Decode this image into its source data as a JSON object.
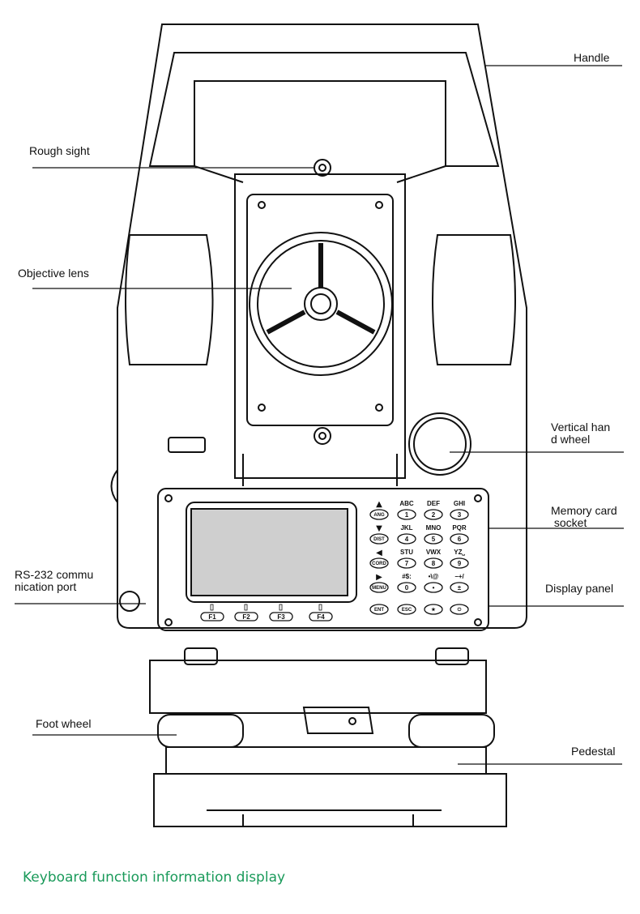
{
  "labels": {
    "handle": "Handle",
    "rough_sight": "Rough sight",
    "objective_lens": "Objective lens",
    "vertical_hand_wheel": "Vertical han\nd wheel",
    "memory_card_socket": "Memory card\n socket",
    "rs232_port": "RS-232 commu\nnication port",
    "display_panel": "Display panel",
    "foot_wheel": "Foot wheel",
    "pedestal": "Pedestal"
  },
  "keypad": {
    "letters_row1": [
      "ABC",
      "DEF",
      "GHI"
    ],
    "letters_row2": [
      "JKL",
      "MNO",
      "PQR"
    ],
    "letters_row3": [
      "STU",
      "VWX",
      "YZ⎵"
    ],
    "letters_row4": [
      "#$:",
      "•\\@",
      "−+/"
    ],
    "digits_row1": [
      "1",
      "2",
      "3"
    ],
    "digits_row2": [
      "4",
      "5",
      "6"
    ],
    "digits_row3": [
      "7",
      "8",
      "9"
    ],
    "digits_row4": [
      "0",
      "•",
      "±"
    ],
    "side_keys": [
      "ANG",
      "DIST",
      "CORD",
      "MENU"
    ],
    "bottom_keys": [
      "ENT",
      "ESC",
      "★",
      "⏻"
    ],
    "function_keys": [
      "F1",
      "F2",
      "F3",
      "F4"
    ]
  },
  "caption": "Keyboard function information display",
  "colors": {
    "caption": "#1a9a5a",
    "line": "#111111",
    "screen_gray": "#cfcfcf"
  }
}
